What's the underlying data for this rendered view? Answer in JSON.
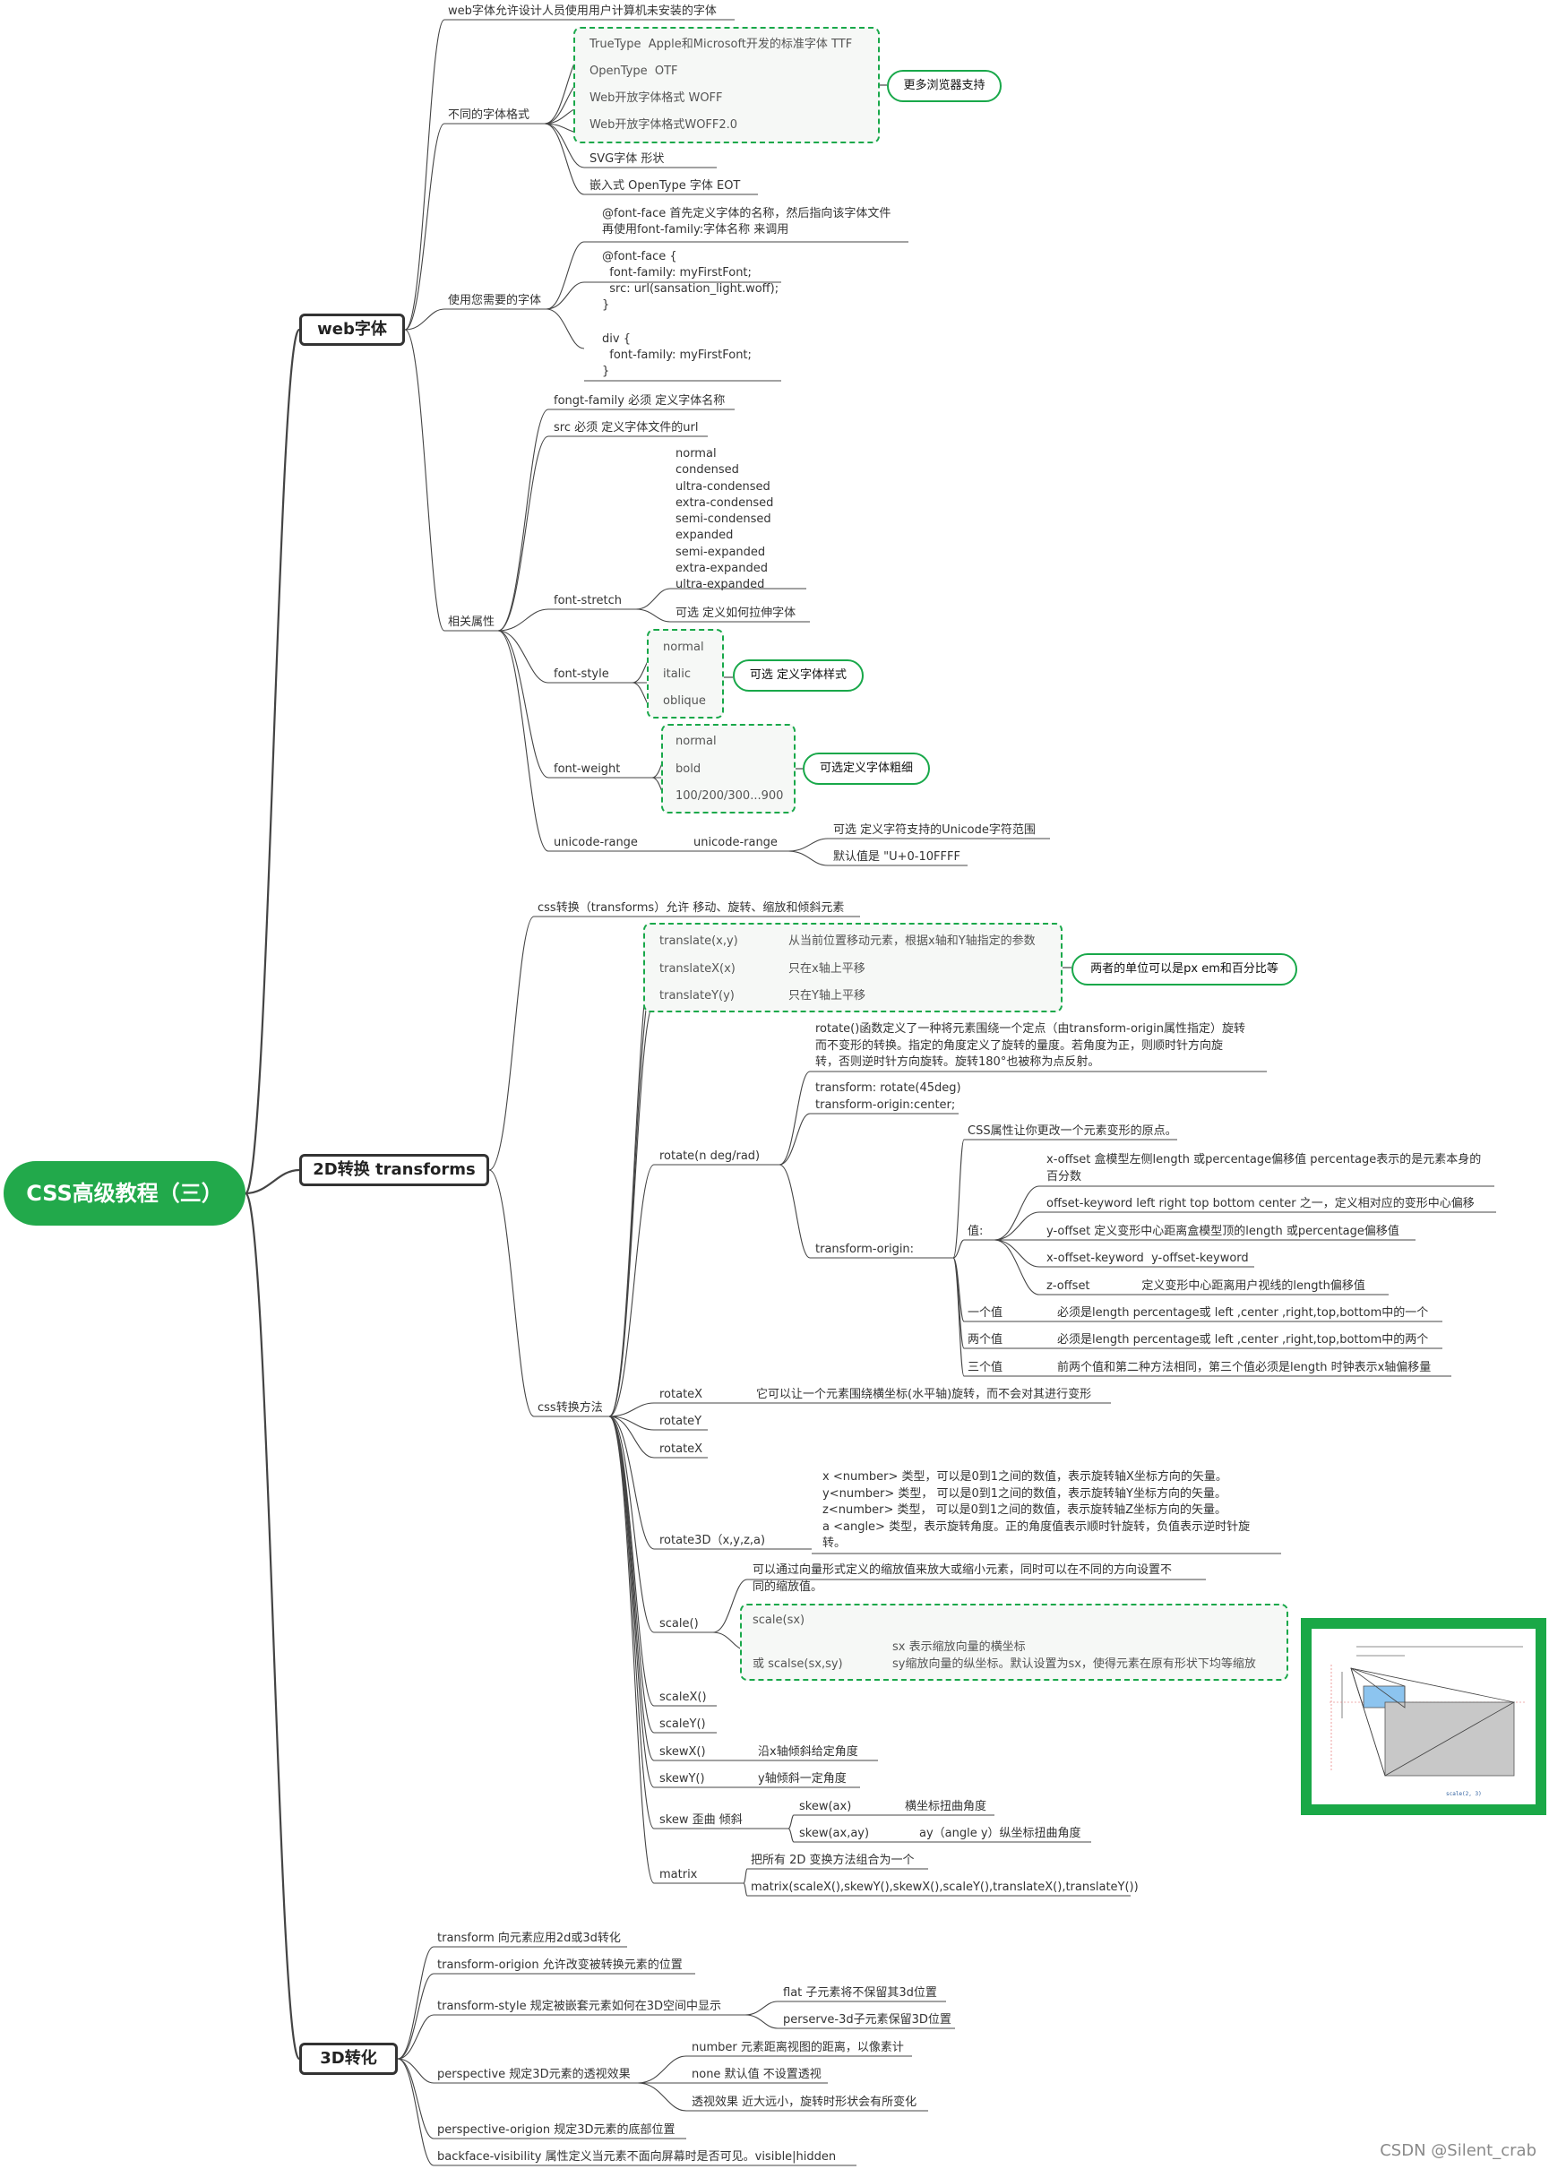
{
  "root": {
    "label": "CSS高级教程（三）"
  },
  "watermark": "CSDN @Silent_crab",
  "colors": {
    "accent": "#22a94b",
    "line": "#444444"
  },
  "web_fonts": {
    "title": "web字体",
    "intro": "web字体允许设计人员使用用户计算机未安装的字体",
    "formats_label": "不同的字体格式",
    "formats": [
      "TrueType  Apple和Microsoft开发的标准字体 TTF",
      "OpenType  OTF",
      "Web开放字体格式 WOFF",
      "Web开放字体格式WOFF2.0"
    ],
    "formats_note": "更多浏览器支持",
    "formats_extra": [
      "SVG字体 形状",
      "嵌入式 OpenType 字体 EOT"
    ],
    "usage_label": "使用您需要的字体",
    "usage_text1": "@font-face 首先定义字体的名称，然后指向该字体文件\n再使用font-family:字体名称 来调用",
    "usage_text2": "@font-face {\n  font-family: myFirstFont;\n  src: url(sansation_light.woff);\n}",
    "usage_text3": "div {\n  font-family: myFirstFont;\n}",
    "props_label": "相关属性",
    "prop_family": "fongt-family 必须 定义字体名称",
    "prop_src": "src 必须 定义字体文件的url",
    "stretch_label": "font-stretch",
    "stretch_values": "normal\ncondensed\nultra-condensed\nextra-condensed\nsemi-condensed\nexpanded\nsemi-expanded\nextra-expanded\nultra-expanded",
    "stretch_note": "可选 定义如何拉伸字体",
    "style_label": "font-style",
    "style_values": [
      "normal",
      "italic",
      "oblique"
    ],
    "style_note": "可选 定义字体样式",
    "weight_label": "font-weight",
    "weight_values": [
      "normal",
      "bold",
      "100/200/300...900"
    ],
    "weight_note": "可选定义字体粗细",
    "unicode_label": "unicode-range",
    "unicode_label2": "unicode-range",
    "unicode_notes": [
      "可选 定义字符支持的Unicode字符范围",
      "默认值是 \"U+0-10FFFF"
    ]
  },
  "transforms2d": {
    "title": "2D转换 transforms",
    "intro": "css转换（transforms）允许 移动、旋转、缩放和倾斜元素",
    "methods_label": "css转换方法",
    "translate": [
      {
        "name": "translate(x,y)",
        "desc": "从当前位置移动元素，根据x轴和Y轴指定的参数"
      },
      {
        "name": "translateX(x)",
        "desc": "只在x轴上平移"
      },
      {
        "name": "translateY(y)",
        "desc": "只在Y轴上平移"
      }
    ],
    "translate_note": "两者的单位可以是px em和百分比等",
    "rotate_label": "rotate(n deg/rad)",
    "rotate_desc": "rotate()函数定义了一种将元素围绕一个定点（由transform-origin属性指定）旋转\n而不变形的转换。指定的角度定义了旋转的量度。若角度为正，则顺时针方向旋\n转，否则逆时针方向旋转。旋转180°也被称为点反射。",
    "rotate_code": "transform: rotate(45deg)\ntransform-origin:center;",
    "origin_label": "transform-origin:",
    "origin_desc": "CSS属性让你更改一个元素变形的原点。",
    "values_label": "值:",
    "origin_values": [
      "x-offset 盒模型左侧length 或percentage偏移值 percentage表示的是元素本身的\n百分数",
      "offset-keyword left right top bottom center 之一，定义相对应的变形中心偏移",
      "y-offset 定义变形中心距离盒模型顶的length 或percentage偏移值",
      "x-offset-keyword  y-offset-keyword",
      "z-offset              定义变形中心距离用户视线的length偏移值"
    ],
    "origin_counts": [
      {
        "label": "一个值",
        "desc": "必须是length percentage或 left ,center ,right,top,bottom中的一个"
      },
      {
        "label": "两个值",
        "desc": "必须是length percentage或 left ,center ,right,top,bottom中的两个"
      },
      {
        "label": "三个值",
        "desc": "前两个值和第二种方法相同，第三个值必须是length 时钟表示x轴偏移量"
      }
    ],
    "rotateX1": "rotateX",
    "rotateX_desc": "它可以让一个元素围绕横坐标(水平轴)旋转，而不会对其进行变形",
    "rotateY": "rotateY",
    "rotateX2": "rotateX",
    "rotate3d_label": "rotate3D（x,y,z,a)",
    "rotate3d_desc": "x <number> 类型，可以是0到1之间的数值，表示旋转轴X坐标方向的矢量。\ny<number> 类型， 可以是0到1之间的数值，表示旋转轴Y坐标方向的矢量。\nz<number> 类型， 可以是0到1之间的数值，表示旋转轴Z坐标方向的矢量。\na <angle> 类型，表示旋转角度。正的角度值表示顺时针旋转，负值表示逆时针旋\n转。",
    "scale_label": "scale()",
    "scale_desc": "可以通过向量形式定义的缩放值来放大或缩小元素，同时可以在不同的方向设置不\n同的缩放值。",
    "scale_syntax1": "scale(sx)",
    "scale_syntax2": "或 scalse(sx,sy)",
    "scale_syntax_desc": "sx 表示缩放向量的横坐标\nsy缩放向量的纵坐标。默认设置为sx，使得元素在原有形状下均等缩放",
    "scaleX": "scaleX()",
    "scaleY": "scaleY()",
    "skewX": "skewX()",
    "skewX_desc": "沿x轴倾斜给定角度",
    "skewY": "skewY()",
    "skewY_desc": "y轴倾斜一定角度",
    "skew_label": "skew 歪曲 倾斜",
    "skew_items": [
      {
        "name": "skew(ax)",
        "desc": "横坐标扭曲角度"
      },
      {
        "name": "skew(ax,ay)",
        "desc": "ay（angle y）纵坐标扭曲角度"
      }
    ],
    "matrix_label": "matrix",
    "matrix_desc": "把所有 2D 变换方法组合为一个",
    "matrix_code": "matrix(scaleX(),skewY(),skewX(),scaleY(),translateX(),translateY())",
    "thumb_label": "scale(2, 3)"
  },
  "transforms3d": {
    "title": "3D转化",
    "items": [
      "transform 向元素应用2d或3d转化",
      "transform-origion 允许改变被转换元素的位置",
      "transform-style 规定被嵌套元素如何在3D空间中显示",
      "perspective 规定3D元素的透视效果",
      "perspective-origion 规定3D元素的底部位置",
      "backface-visibility 属性定义当元素不面向屏幕时是否可见。visible|hidden"
    ],
    "style_children": [
      "flat 子元素将不保留其3d位置",
      "perserve-3d子元素保留3D位置"
    ],
    "perspective_children": [
      "number 元素距离视图的距离，以像素计",
      "none 默认值 不设置透视",
      "透视效果 近大远小，旋转时形状会有所变化"
    ]
  }
}
